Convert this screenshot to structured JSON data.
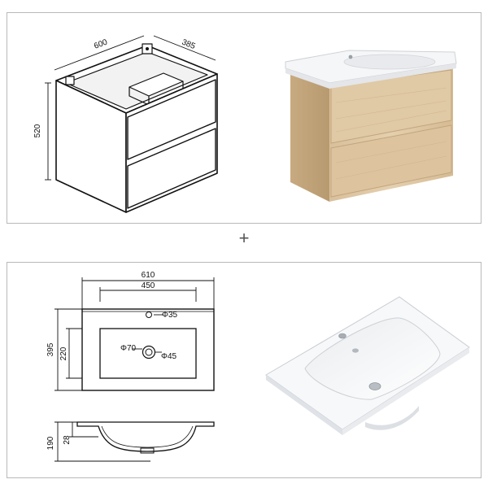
{
  "cabinet": {
    "dim_width": "600",
    "dim_depth": "385",
    "dim_height": "520"
  },
  "separator": {
    "symbol": "+"
  },
  "basin": {
    "dim_overall_width": "610",
    "dim_bowl_width": "450",
    "dim_depth": "395",
    "dim_bowl_depth": "220",
    "tap_hole": "Φ35",
    "drain_outer": "Φ70",
    "drain_inner": "Φ45",
    "dim_height": "190",
    "dim_rim": "28"
  },
  "colors": {
    "wood_light": "#e2ccab",
    "wood_mid": "#d7bd97",
    "wood_dark": "#b99a70",
    "ceramic": "#f4f5f6",
    "line": "#111111"
  }
}
